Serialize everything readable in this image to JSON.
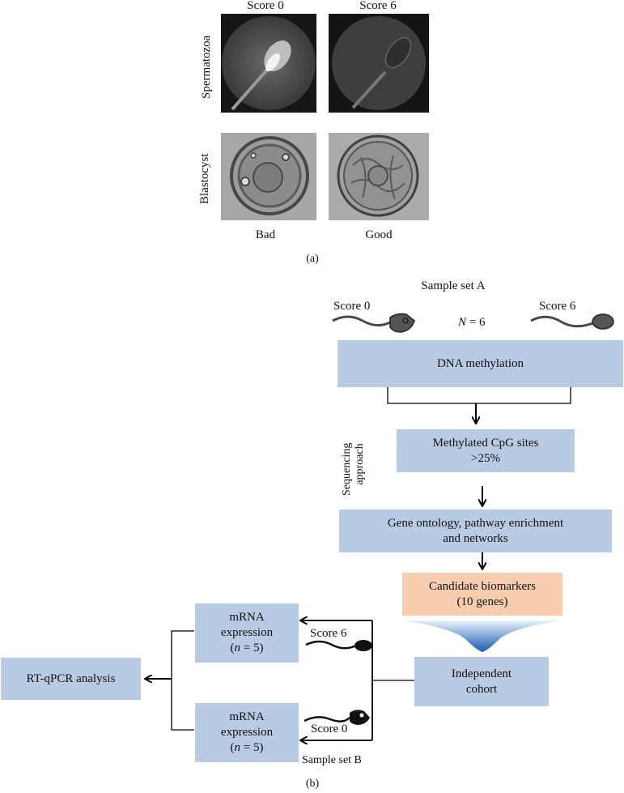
{
  "panel_a": {
    "col_labels": [
      "Score 0",
      "Score 6"
    ],
    "row_labels": [
      "Spermatozoa",
      "Blastocyst"
    ],
    "bottom_labels": [
      "Bad",
      "Good"
    ],
    "caption": "(a)"
  },
  "panel_b": {
    "sample_set_a": "Sample set A",
    "score0": "Score 0",
    "score6": "Score 6",
    "n_label_n": "N",
    "n_label_rest": " = 6",
    "dna_methylation": "DNA methylation",
    "sequencing_approach": [
      "Sequencing",
      "approach"
    ],
    "methylated_cpg": [
      "Methylated CpG sites",
      ">25%"
    ],
    "gene_ontology": [
      "Gene ontology, pathway enrichment",
      "and networks"
    ],
    "candidate_biomarkers": [
      "Candidate biomarkers",
      "(10 genes)"
    ],
    "independent_cohort": [
      "Independent",
      "cohort"
    ],
    "mrna_expression_top": [
      "mRNA",
      "expression",
      "n",
      " = 5)"
    ],
    "mrna_expression_bottom": [
      "mRNA",
      "expression",
      "n",
      " = 5)"
    ],
    "score6_b": "Score 6",
    "score0_b": "Score 0",
    "sample_set_b": "Sample set B",
    "rt_qpcr": "RT-qPCR analysis",
    "caption": "(b)"
  },
  "colors": {
    "box_blue": "#b9cbe4",
    "box_orange": "#f7cdb0",
    "funnel_blue": "#2a6fc2"
  }
}
